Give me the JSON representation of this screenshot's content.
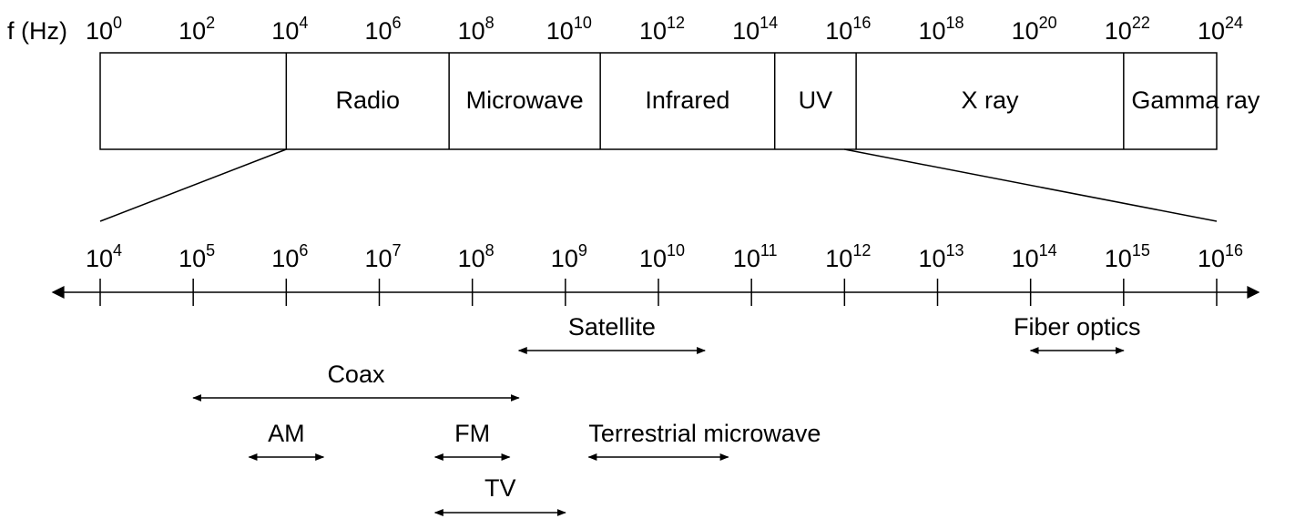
{
  "diagram": {
    "frequency_label": "f (Hz)",
    "top_scale": {
      "base": "10",
      "exponents": [
        "0",
        "2",
        "4",
        "6",
        "8",
        "10",
        "12",
        "14",
        "16",
        "18",
        "20",
        "22",
        "24"
      ]
    },
    "bands": [
      {
        "label": "",
        "from_exp": 0,
        "to_exp": 4
      },
      {
        "label": "Radio",
        "from_exp": 4,
        "to_exp": 7.5
      },
      {
        "label": "Microwave",
        "from_exp": 7.5,
        "to_exp": 10.75
      },
      {
        "label": "Infrared",
        "from_exp": 10.75,
        "to_exp": 14.5
      },
      {
        "label": "UV",
        "from_exp": 14.5,
        "to_exp": 16.25
      },
      {
        "label": "X ray",
        "from_exp": 16.25,
        "to_exp": 22
      },
      {
        "label": "Gamma ray",
        "from_exp": 22,
        "to_exp": 24
      }
    ],
    "zoom_range_exp": [
      4,
      16
    ],
    "bottom_scale": {
      "base": "10",
      "exponents": [
        "4",
        "5",
        "6",
        "7",
        "8",
        "9",
        "10",
        "11",
        "12",
        "13",
        "14",
        "15",
        "16"
      ]
    },
    "media": [
      {
        "label": "Satellite",
        "from_exp": 8.5,
        "to_exp": 10.5
      },
      {
        "label": "Fiber optics",
        "from_exp": 14,
        "to_exp": 15
      },
      {
        "label": "Coax",
        "from_exp": 5,
        "to_exp": 8.5
      },
      {
        "label": "AM",
        "from_exp": 5.6,
        "to_exp": 6.4
      },
      {
        "label": "FM",
        "from_exp": 7.6,
        "to_exp": 8.4
      },
      {
        "label": "Terrestrial microwave",
        "from_exp": 9.25,
        "to_exp": 10.75
      },
      {
        "label": "TV",
        "from_exp": 7.6,
        "to_exp": 9
      }
    ]
  }
}
